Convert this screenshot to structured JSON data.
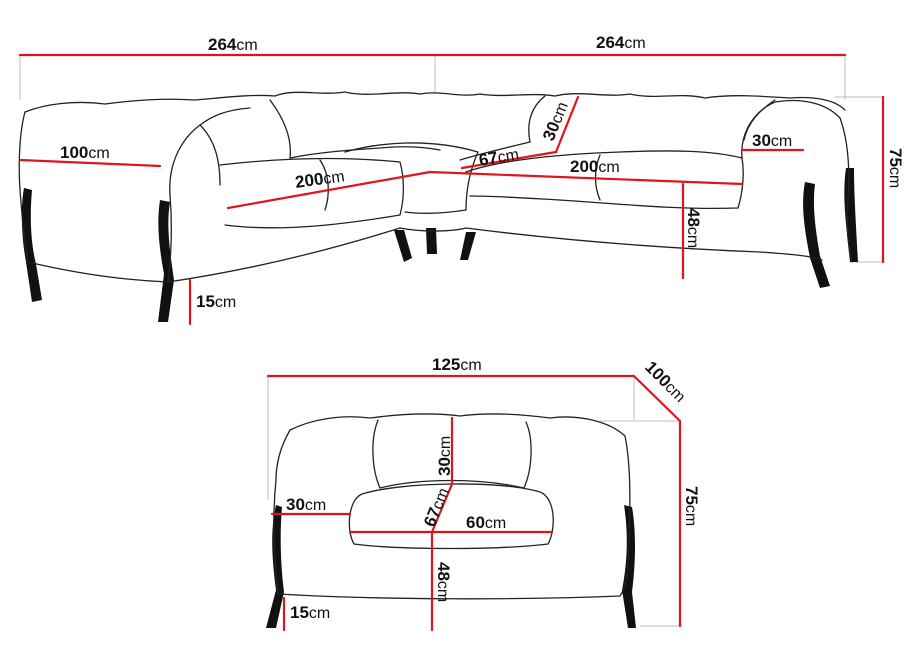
{
  "corner_sofa": {
    "width_left": {
      "value": "264",
      "unit": "cm"
    },
    "width_right": {
      "value": "264",
      "unit": "cm"
    },
    "depth": {
      "value": "100",
      "unit": "cm"
    },
    "seat_left": {
      "value": "200",
      "unit": "cm"
    },
    "seat_right": {
      "value": "200",
      "unit": "cm"
    },
    "corner_seat": {
      "value": "67",
      "unit": "cm"
    },
    "back_height": {
      "value": "30",
      "unit": "cm"
    },
    "arm_width": {
      "value": "30",
      "unit": "cm"
    },
    "height": {
      "value": "75",
      "unit": "cm"
    },
    "seat_height": {
      "value": "48",
      "unit": "cm"
    },
    "leg_height": {
      "value": "15",
      "unit": "cm"
    }
  },
  "armchair": {
    "width": {
      "value": "125",
      "unit": "cm"
    },
    "depth": {
      "value": "100",
      "unit": "cm"
    },
    "height": {
      "value": "75",
      "unit": "cm"
    },
    "back_height": {
      "value": "30",
      "unit": "cm"
    },
    "seat_depth": {
      "value": "67",
      "unit": "cm"
    },
    "seat_width": {
      "value": "60",
      "unit": "cm"
    },
    "arm_width": {
      "value": "30",
      "unit": "cm"
    },
    "seat_height": {
      "value": "48",
      "unit": "cm"
    },
    "leg_height": {
      "value": "15",
      "unit": "cm"
    }
  },
  "colors": {
    "dimension_line": "#e0141b",
    "outline": "#222222",
    "guide": "#bdbdbd"
  }
}
